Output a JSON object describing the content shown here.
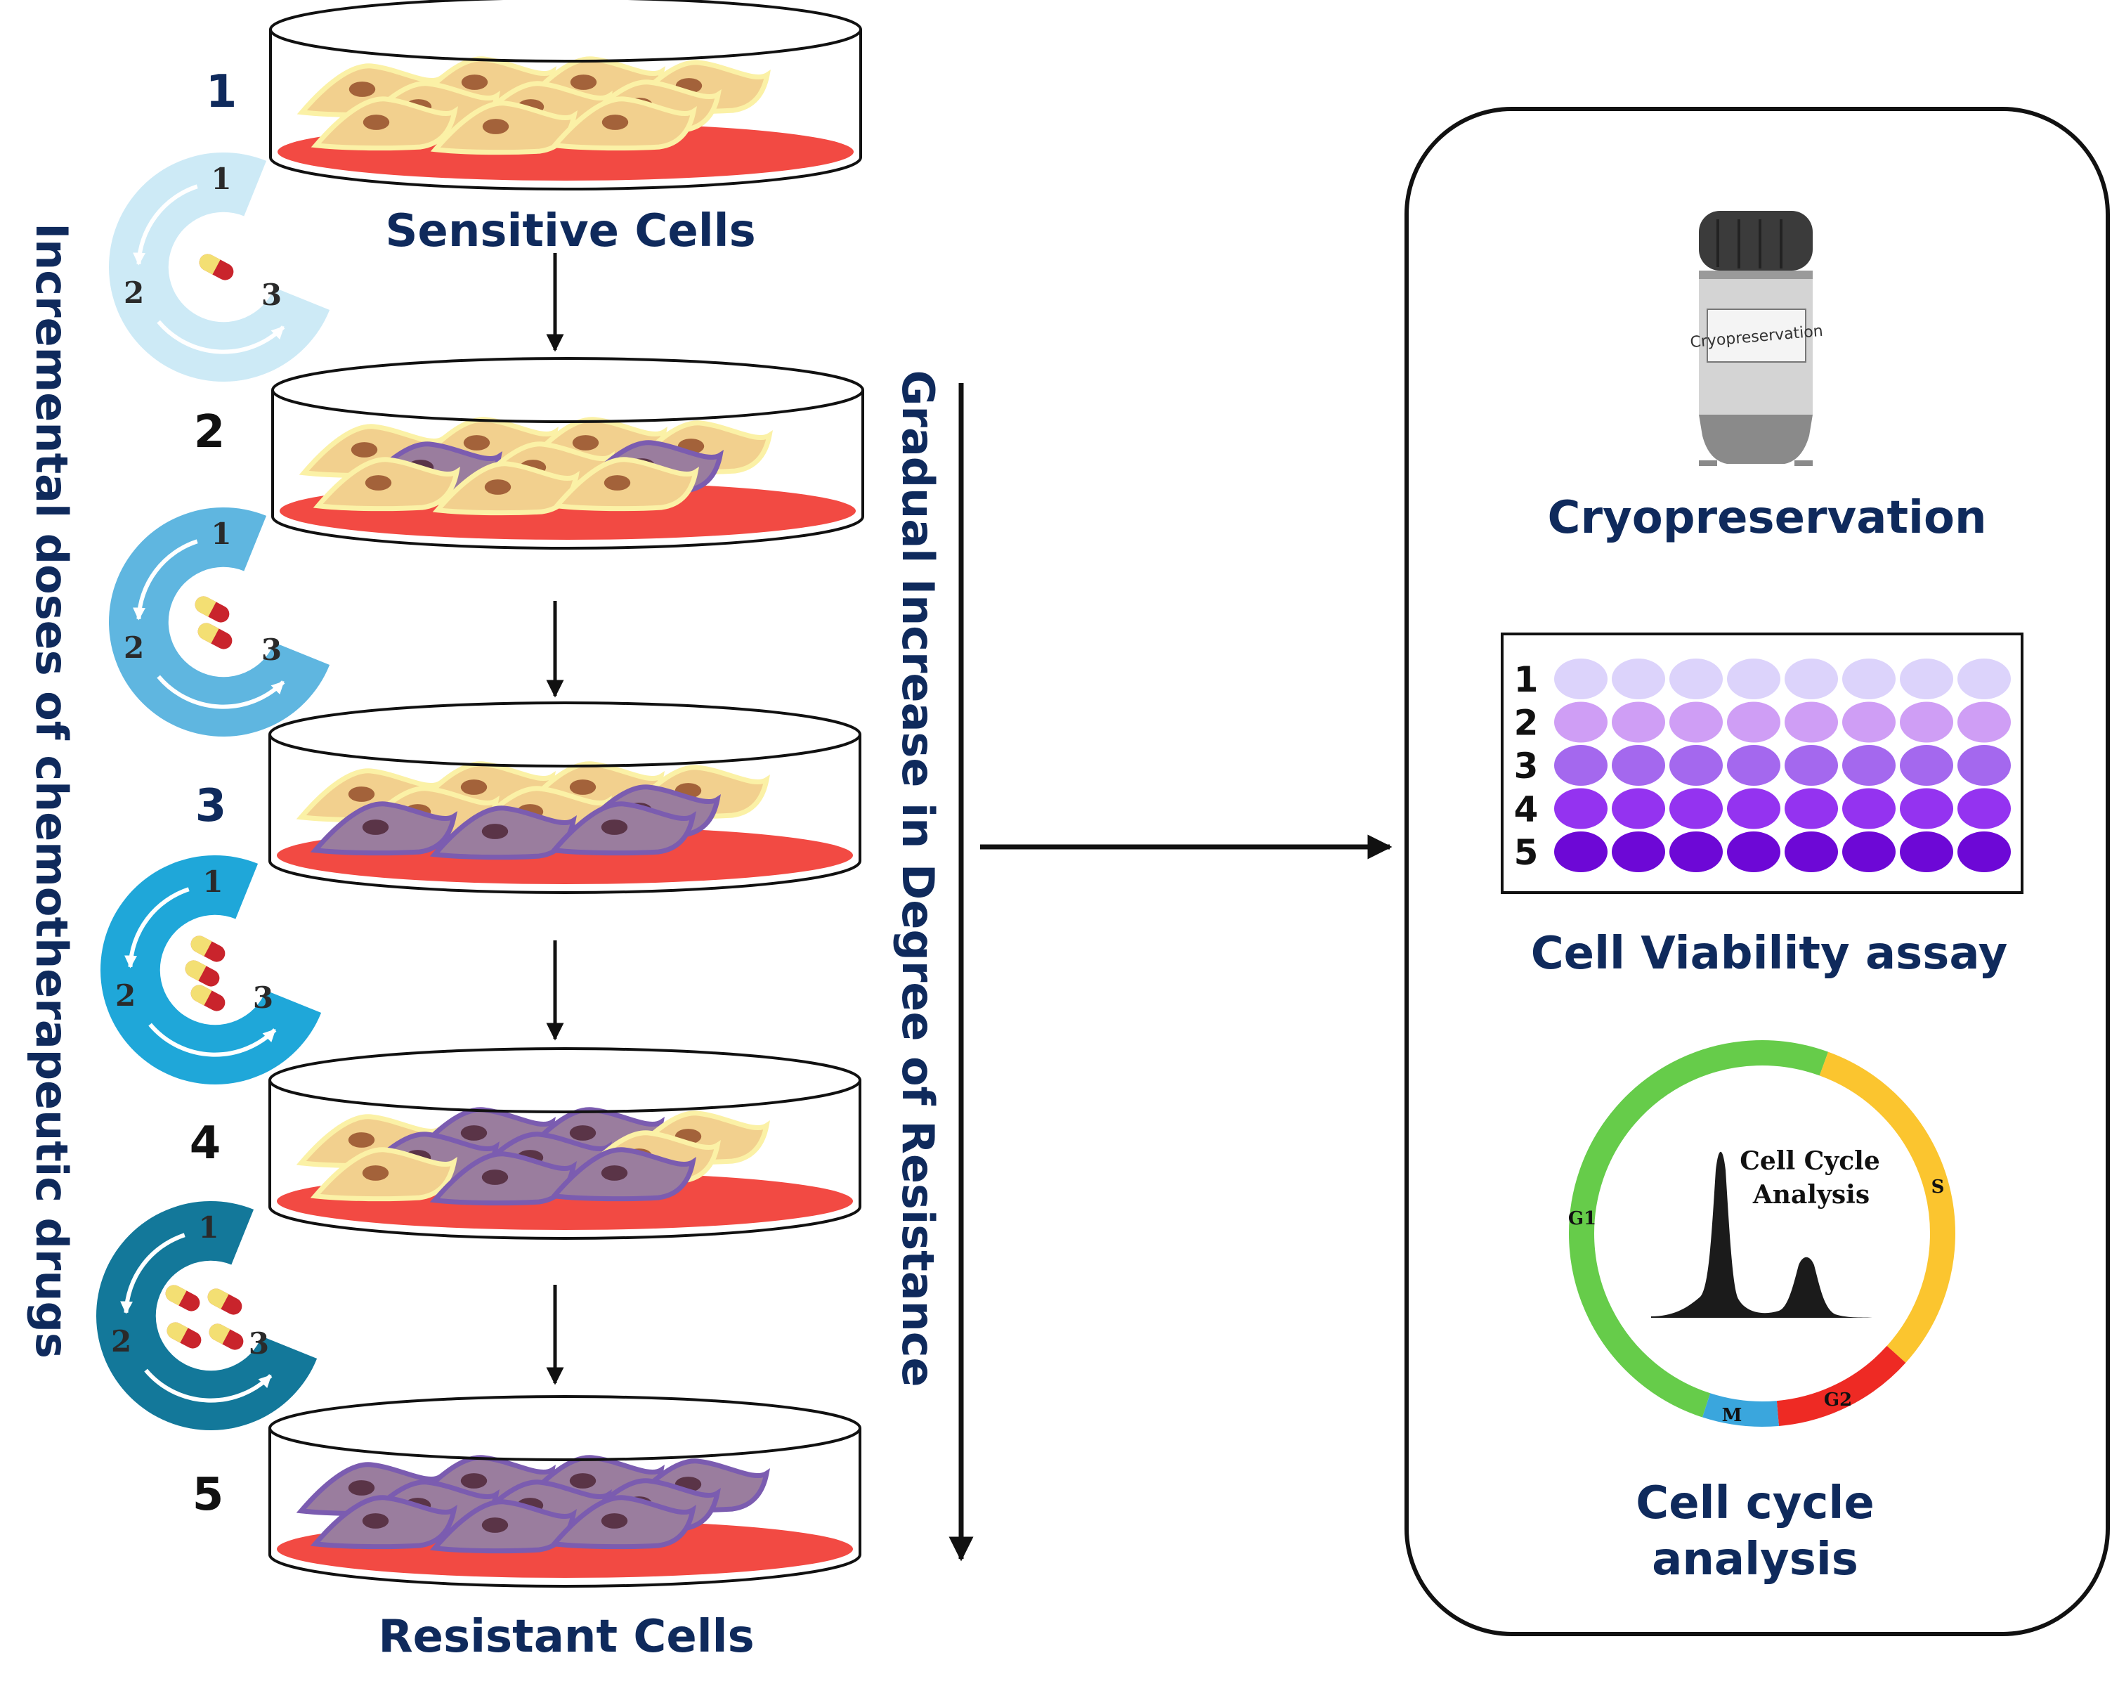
{
  "steps": [
    {
      "number": "1",
      "number_color": "#0f2a5c",
      "resistant_cells": 0,
      "total_cells": 10
    },
    {
      "number": "2",
      "number_color": "#111111",
      "resistant_cells": 2,
      "total_cells": 10
    },
    {
      "number": "3",
      "number_color": "#0f2a5c",
      "resistant_cells": 4,
      "total_cells": 10
    },
    {
      "number": "4",
      "number_color": "#111111",
      "resistant_cells": 6,
      "total_cells": 10
    },
    {
      "number": "5",
      "number_color": "#111111",
      "resistant_cells": 10,
      "total_cells": 10
    }
  ],
  "labels": {
    "sensitive": "Sensitive Cells",
    "resistant": "Resistant Cells",
    "incremental": "Incremental doses of chemotherapeutic drugs",
    "gradual": "Gradual Increase in Degree of Resistance"
  },
  "dose_cycles": [
    {
      "pills": 1,
      "color": "#cdeaf6",
      "arrow_labels": [
        "1",
        "2",
        "3"
      ]
    },
    {
      "pills": 2,
      "color": "#5fb6e0",
      "arrow_labels": [
        "1",
        "2",
        "3"
      ]
    },
    {
      "pills": 3,
      "color": "#1fa7d9",
      "arrow_labels": [
        "1",
        "2",
        "3"
      ]
    },
    {
      "pills": 4,
      "color": "#13789a",
      "arrow_labels": [
        "1",
        "2",
        "3"
      ]
    }
  ],
  "results": {
    "cryo": {
      "title": "Cryopreservation",
      "vial_label": "Cryopreservation"
    },
    "viability": {
      "title": "Cell Viability assay",
      "row_labels": [
        "1",
        "2",
        "3",
        "4",
        "5"
      ],
      "columns": 8,
      "row_colors": [
        "#dcd3fb",
        "#cf9ef5",
        "#a468ee",
        "#9433f0",
        "#6d08d6"
      ]
    },
    "cell_cycle": {
      "title_line1": "Cell cycle",
      "title_line2": "analysis",
      "inner_line1": "Cell Cycle",
      "inner_line2": "Analysis",
      "phases": [
        {
          "label": "G1",
          "color": "#66cc4a"
        },
        {
          "label": "S",
          "color": "#fbc52f"
        },
        {
          "label": "G2",
          "color": "#ee2a24"
        },
        {
          "label": "M",
          "color": "#3aa6dd"
        }
      ]
    }
  }
}
